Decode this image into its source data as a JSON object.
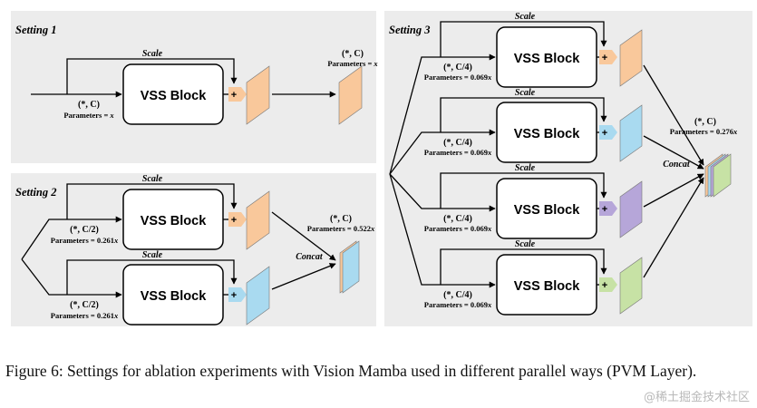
{
  "block_label": "VSS Block",
  "scale_label": "Scale",
  "concat_label": "Concat",
  "plus_symbol": "+",
  "colors": {
    "orange": "#f9c89b",
    "blue": "#a9daf0",
    "purple": "#b6a6d9",
    "green": "#c7e2a5",
    "panel": "#ececec"
  },
  "setting1": {
    "title": "Setting 1",
    "input_dims": "(*, C)",
    "input_params_prefix": "Parameters = ",
    "input_params_var": "x",
    "output_dims": "(*, C)",
    "output_params_prefix": "Parameters = ",
    "output_params_var": "x"
  },
  "setting2": {
    "title": "Setting 2",
    "branch_dims": "(*, C/2)",
    "branch_params_prefix": "Parameters = 0.261",
    "branch_params_var": "x",
    "output_dims": "(*, C)",
    "output_params_prefix": "Parameters = 0.522",
    "output_params_var": "x"
  },
  "setting3": {
    "title": "Setting 3",
    "branch_dims": "(*, C/4)",
    "branch_params_prefix": "Parameters = 0.069",
    "branch_params_var": "x",
    "output_dims": "(*, C)",
    "output_params_prefix": "Parameters = 0.276",
    "output_params_var": "x"
  },
  "caption": "Figure 6: Settings for ablation experiments with Vision Mamba used in different parallel ways (PVM Layer).",
  "watermark": "@稀土掘金技术社区"
}
